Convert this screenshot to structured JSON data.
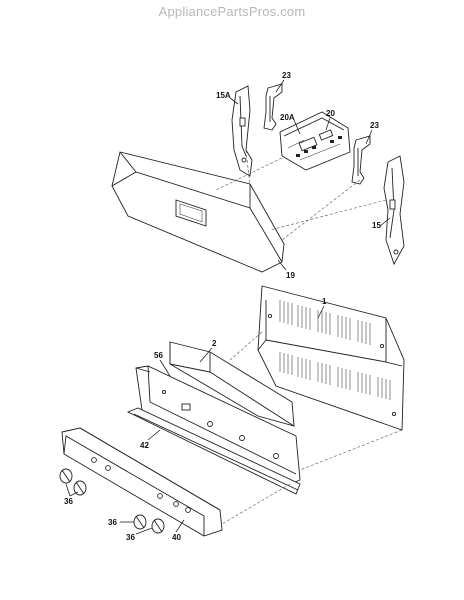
{
  "header": {
    "watermark": "AppliancePartsPros.com"
  },
  "callouts": {
    "c15a": "15A",
    "c23_top": "23",
    "c20a": "20A",
    "c20": "20",
    "c23_right": "23",
    "c15": "15",
    "c19": "19",
    "c1": "1",
    "c2": "2",
    "c56": "56",
    "c42": "42",
    "c36_left": "36",
    "c36_mid": "36",
    "c36_low": "36",
    "c40": "40"
  }
}
